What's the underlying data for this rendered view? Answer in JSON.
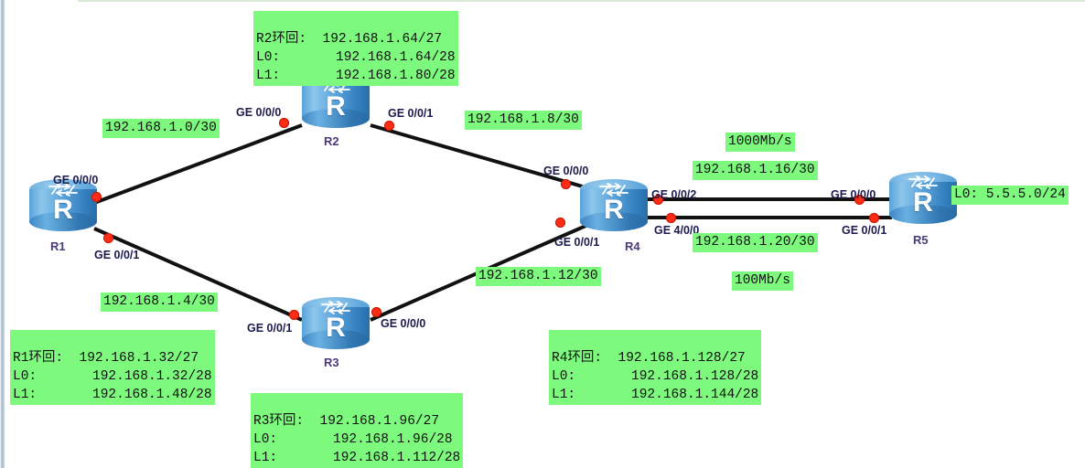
{
  "diagram": {
    "title": "OSPF network topology with five routers",
    "accent_highlight": "#7dfa7d",
    "port_color": "#ff2d17",
    "link_color": "#111111",
    "router_label_color": "#4b3a7a"
  },
  "routers": [
    {
      "name": "R1",
      "glyph": "router-icon"
    },
    {
      "name": "R2",
      "glyph": "router-icon"
    },
    {
      "name": "R3",
      "glyph": "router-icon"
    },
    {
      "name": "R4",
      "glyph": "router-icon"
    },
    {
      "name": "R5",
      "glyph": "router-icon"
    }
  ],
  "interfaces": [
    {
      "id": "r1-ge000",
      "router": "R1",
      "label": "GE 0/0/0"
    },
    {
      "id": "r1-ge001",
      "router": "R1",
      "label": "GE 0/0/1"
    },
    {
      "id": "r2-ge000",
      "router": "R2",
      "label": "GE 0/0/0"
    },
    {
      "id": "r2-ge001",
      "router": "R2",
      "label": "GE 0/0/1"
    },
    {
      "id": "r3-ge001",
      "router": "R3",
      "label": "GE 0/0/1"
    },
    {
      "id": "r3-ge000",
      "router": "R3",
      "label": "GE 0/0/0"
    },
    {
      "id": "r4-ge000",
      "router": "R4",
      "label": "GE 0/0/0"
    },
    {
      "id": "r4-ge001",
      "router": "R4",
      "label": "GE 0/0/1"
    },
    {
      "id": "r4-ge002",
      "router": "R4",
      "label": "GE 0/0/2"
    },
    {
      "id": "r4-ge400",
      "router": "R4",
      "label": "GE 4/0/0"
    },
    {
      "id": "r5-ge000",
      "router": "R5",
      "label": "GE 0/0/0"
    },
    {
      "id": "r5-ge001",
      "router": "R5",
      "label": "GE 0/0/1"
    }
  ],
  "links": [
    {
      "id": "r1-r2",
      "from": "R1 GE 0/0/0",
      "to": "R2 GE 0/0/0",
      "subnet": "192.168.1.0/30"
    },
    {
      "id": "r2-r4",
      "from": "R2 GE 0/0/1",
      "to": "R4 GE 0/0/0",
      "subnet": "192.168.1.8/30"
    },
    {
      "id": "r1-r3",
      "from": "R1 GE 0/0/1",
      "to": "R3 GE 0/0/1",
      "subnet": "192.168.1.4/30"
    },
    {
      "id": "r3-r4",
      "from": "R3 GE 0/0/0",
      "to": "R4 GE 0/0/1",
      "subnet": "192.168.1.12/30"
    },
    {
      "id": "r4-r5-upper",
      "from": "R4 GE 0/0/2",
      "to": "R5 GE 0/0/0",
      "subnet": "192.168.1.16/30",
      "bandwidth": "1000Mb/s"
    },
    {
      "id": "r4-r5-lower",
      "from": "R4 GE 4/0/0",
      "to": "R5 GE 0/0/1",
      "subnet": "192.168.1.20/30",
      "bandwidth": "100Mb/s"
    }
  ],
  "loopback_blocks": {
    "r1": {
      "summary_label": "R1环回:",
      "summary_value": "192.168.1.32/27",
      "l0_label": "L0:",
      "l0_value": "192.168.1.32/28",
      "l1_label": "L1:",
      "l1_value": "192.168.1.48/28"
    },
    "r2": {
      "summary_label": "R2环回:",
      "summary_value": "192.168.1.64/27",
      "l0_label": "L0:",
      "l0_value": "192.168.1.64/28",
      "l1_label": "L1:",
      "l1_value": "192.168.1.80/28"
    },
    "r3": {
      "summary_label": "R3环回:",
      "summary_value": "192.168.1.96/27",
      "l0_label": "L0:",
      "l0_value": "192.168.1.96/28",
      "l1_label": "L1:",
      "l1_value": "192.168.1.112/28"
    },
    "r4": {
      "summary_label": "R4环回:",
      "summary_value": "192.168.1.128/27",
      "l0_label": "L0:",
      "l0_value": "192.168.1.128/28",
      "l1_label": "L1:",
      "l1_value": "192.168.1.144/28"
    },
    "r5": {
      "l0_line": "L0: 5.5.5.0/24"
    }
  },
  "text": {
    "router_char": "R",
    "subnet_r1_r2": "192.168.1.0/30",
    "subnet_r2_r4": "192.168.1.8/30",
    "subnet_r1_r3": "192.168.1.4/30",
    "subnet_r3_r4": "192.168.1.12/30",
    "subnet_r4_r5_upper": "192.168.1.16/30",
    "subnet_r4_r5_lower": "192.168.1.20/30",
    "bandwidth_upper": "1000Mb/s",
    "bandwidth_lower": "100Mb/s"
  }
}
